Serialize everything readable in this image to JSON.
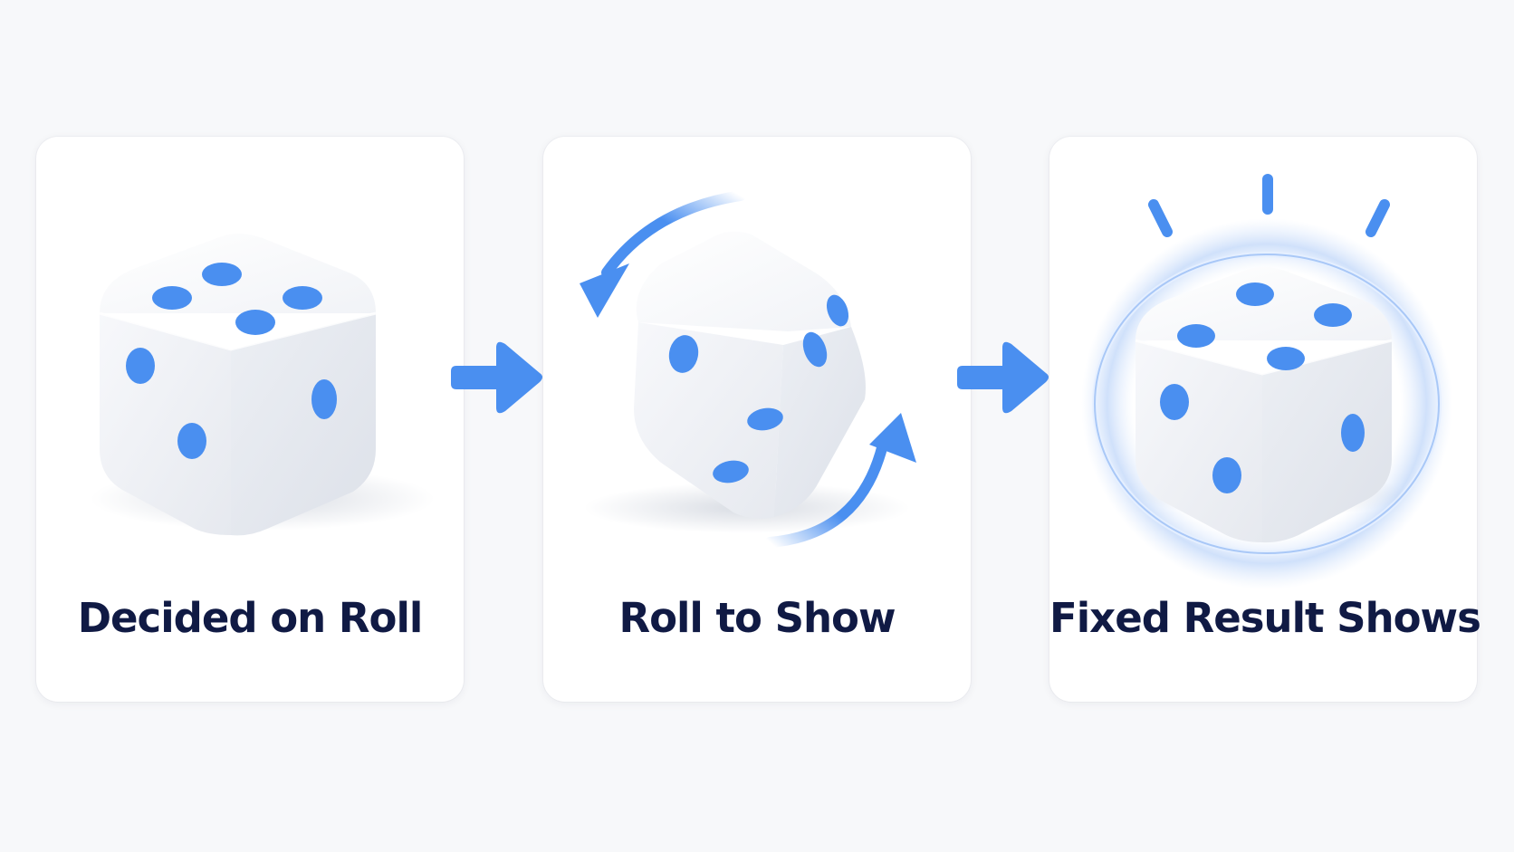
{
  "colors": {
    "accent": "#4a8ff0",
    "title_text": "#101a44",
    "card_bg": "#ffffff",
    "page_bg": "#f7f8fa"
  },
  "steps": [
    {
      "label": "Decided on Roll",
      "icon": "die-icon"
    },
    {
      "label": "Roll to Show",
      "icon": "rolling-die-icon"
    },
    {
      "label": "Fixed Result Shows",
      "icon": "glowing-die-icon"
    }
  ],
  "connectors": [
    {
      "icon": "right-arrow-icon"
    },
    {
      "icon": "right-arrow-icon"
    }
  ]
}
